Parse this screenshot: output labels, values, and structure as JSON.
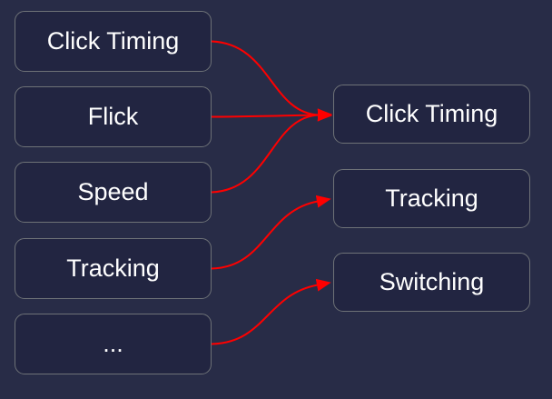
{
  "diagram": {
    "left_nodes": [
      {
        "label": "Click Timing"
      },
      {
        "label": "Flick"
      },
      {
        "label": "Speed"
      },
      {
        "label": "Tracking"
      },
      {
        "label": "..."
      }
    ],
    "right_nodes": [
      {
        "label": "Click Timing"
      },
      {
        "label": "Tracking"
      },
      {
        "label": "Switching"
      }
    ],
    "edges": [
      {
        "from": "Click Timing",
        "to": "Click Timing"
      },
      {
        "from": "Flick",
        "to": "Click Timing"
      },
      {
        "from": "Speed",
        "to": "Click Timing"
      },
      {
        "from": "Tracking",
        "to": "Tracking"
      },
      {
        "from": "...",
        "to": "Switching"
      }
    ],
    "colors": {
      "background": "#282c47",
      "node_fill": "#222541",
      "node_border": "#6e7277",
      "text": "#ffffff",
      "edge": "#ff0000"
    }
  }
}
